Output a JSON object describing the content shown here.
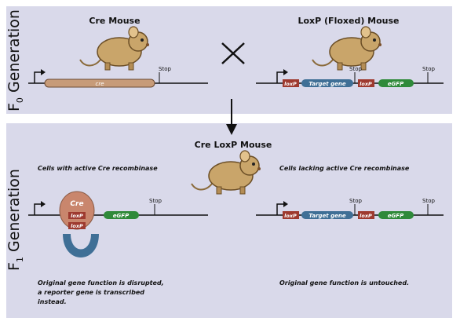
{
  "f0": {
    "label_main": "F",
    "label_sub": "0",
    "label_rest": " Generation",
    "cre_mouse_title": "Cre Mouse",
    "loxp_mouse_title": "LoxP (Floxed) Mouse",
    "cross_symbol": "×",
    "cre_construct": {
      "cre": "cre",
      "stop": "Stop"
    },
    "loxp_construct": {
      "loxp1": "loxP",
      "target": "Target gene",
      "loxp2": "loxP",
      "egfp": "eGFP",
      "stop1": "Stop",
      "stop2": "Stop"
    }
  },
  "f1": {
    "label_main": "F",
    "label_sub": "1",
    "label_rest": " Generation",
    "title": "Cre LoxP Mouse",
    "active_heading": "Cells with active Cre recombinase",
    "lacking_heading": "Cells lacking active Cre recombinase",
    "active_construct": {
      "cre": "Cre",
      "loxp1": "loxP",
      "loxp2": "loxP",
      "egfp": "eGFP",
      "stop": "Stop"
    },
    "lacking_construct": {
      "loxp1": "loxP",
      "target": "Target gene",
      "loxp2": "loxP",
      "egfp": "eGFP",
      "stop1": "Stop",
      "stop2": "Stop"
    },
    "active_caption_1": "Original gene function is disrupted,",
    "active_caption_2": "a reporter gene is transcribed",
    "active_caption_3": "instead.",
    "lacking_caption": "Original gene function is untouched."
  },
  "colors": {
    "panel": "#d9d9ea",
    "cre_bar": "#c79b78",
    "loxp": "#9e3a2f",
    "target": "#3f6f96",
    "egfp": "#2f8a3a",
    "cre_protein": "#c9866d",
    "mouse": "#c9a56a"
  },
  "icons": [
    "mouse-icon",
    "cross-icon",
    "arrow-down-icon",
    "promoter-arrow-icon"
  ]
}
